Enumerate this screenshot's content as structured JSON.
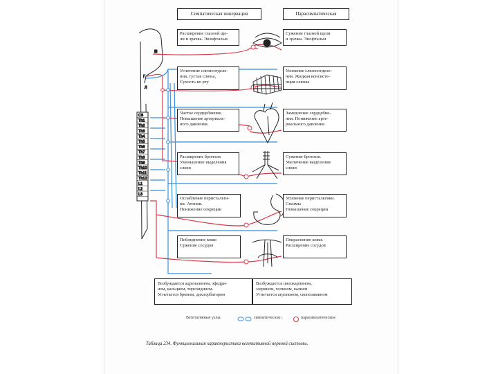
{
  "header": {
    "sympathetic": "Симпатическая иннервация",
    "parasympathetic": "Парасимпатическая иннервация"
  },
  "spine_labels": [
    "III",
    "Г",
    "Л",
    "C8",
    "Th1",
    "Th2",
    "Th3",
    "Th4",
    "Th5",
    "Th6",
    "Th7",
    "Th8",
    "Th9",
    "Th10",
    "Th11",
    "Th12",
    "L1",
    "L2",
    "L3"
  ],
  "rows": [
    {
      "organ": "eye-icon",
      "sympathetic": "Расширение глазной ще-\nли и зрачка. Экзофтальм",
      "parasympathetic": "Сужение глазной щели\nи зрачка. Энофтальм"
    },
    {
      "organ": "salivary-gland-icon",
      "sympathetic": "Угнетение слюноотделе-\nния, густая слюна,\nСухость во рту",
      "parasympathetic": "Усиление слюноотделе-\nния. Жидкая консисте-\nнция слюны"
    },
    {
      "organ": "heart-icon",
      "sympathetic": "Частое сердцебиение.\nПовышение артериаль-\nного давления",
      "parasympathetic": "Замедление сердцебие-\nния. Понижение арте-\nриального давления"
    },
    {
      "organ": "bronchi-icon",
      "sympathetic": "Расширение бронхов.\nУменьшение выделения\nслизи",
      "parasympathetic": "Сужение бронхов.\nУвеличение выделения\nслизи"
    },
    {
      "organ": "stomach-icon",
      "sympathetic": "Ослабление перистальти-\nки. Атония.\nПонижение секреции",
      "parasympathetic": "Усиление перистальтики.\nСпазмы\nПовышение секреции"
    },
    {
      "organ": "skin-icon",
      "sympathetic": "Побледнение кожи\nСужение сосудов",
      "parasympathetic": "Покраснение кожи.\nРасширение сосудов"
    }
  ],
  "summary": {
    "sympathetic": "Возбуждается адреналином, эфедри-\nном, кальцием, тиреоидином.\nУгнетается бромом, дихлорбатором",
    "parasympathetic": "Возбуждается пилокарпином,\nэзерином, холином, калием\nУгнетается атропином, скополамином"
  },
  "legend": {
    "prefix": "Вегетативные узлы:",
    "sympathetic": "симпатические ;",
    "parasympathetic": "парасимпатические"
  },
  "caption": "Таблица 234. Функциональная характеристика вегетативной нервной системы.",
  "colors": {
    "sympathetic_line": "#3a8fd6",
    "parasympathetic_line": "#d93a4a",
    "border": "#222222"
  }
}
